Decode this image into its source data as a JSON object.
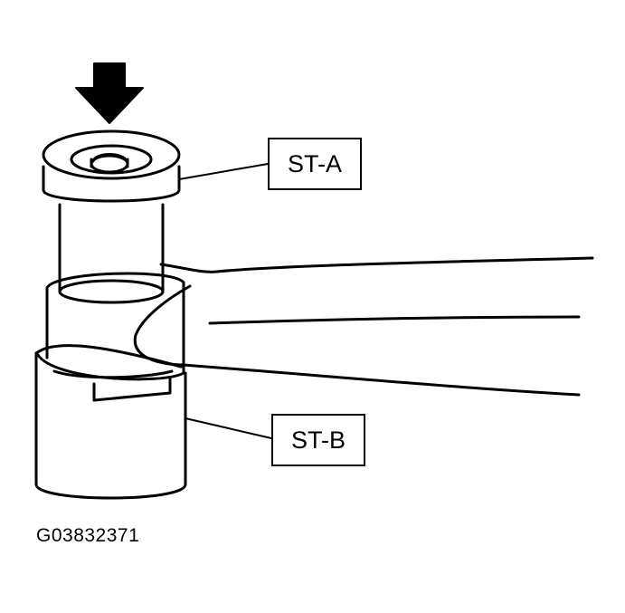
{
  "figure": {
    "id": "G03832371",
    "callouts": {
      "st_a": "ST-A",
      "st_b": "ST-B"
    }
  }
}
